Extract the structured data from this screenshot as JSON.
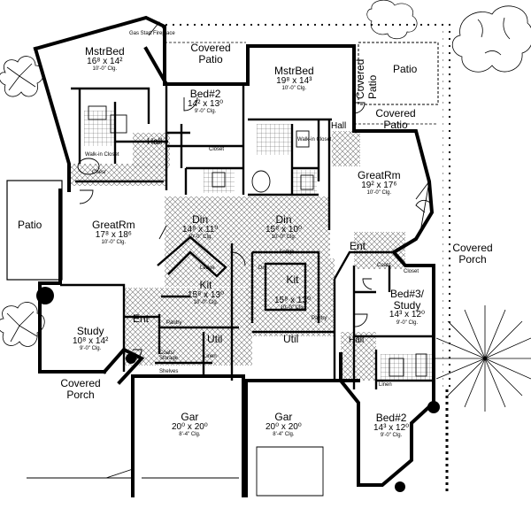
{
  "unit_a": {
    "master_bed": {
      "name": "MstrBed",
      "dims": "16⁸ x 14²",
      "ceiling": "10'-0\" Clg.",
      "note": "Gas Start Fireplace"
    },
    "covered_patio": "Covered Patio",
    "bed2": {
      "name": "Bed#2",
      "dims": "14² x 13⁰",
      "ceiling": "9'-0\" Clg."
    },
    "hall": "Hall",
    "closet": "Walk-in Closet",
    "patio": "Patio",
    "great_room": {
      "name": "GreatRm",
      "dims": "17⁸ x 18⁶",
      "ceiling": "10'-0\" Clg."
    },
    "dining": {
      "name": "Din",
      "dims": "14⁸ x 11⁰",
      "ceiling": "10'-0\" Clg."
    },
    "kitchen": {
      "name": "Kit",
      "dims": "15⁸ x 13⁰",
      "ceiling": "10'-0\" Clg."
    },
    "study": {
      "name": "Study",
      "dims": "10⁸ x 14²",
      "ceiling": "9'-0\" Clg."
    },
    "entry": "Ent",
    "utility": "Util",
    "covered_porch": "Covered Porch",
    "garage": {
      "name": "Gar",
      "dims": "20⁰ x 20⁰",
      "ceiling": "8'-4\" Clg."
    },
    "small_labels": [
      "Coats/ Storage",
      "Shelves",
      "Pantry",
      "Ledge",
      "Closet",
      "Linen",
      "Chesr"
    ]
  },
  "unit_b": {
    "master_bed": {
      "name": "MstrBed",
      "dims": "19⁸ x 14³",
      "ceiling": "10'-0\" Clg."
    },
    "covered_patio_side": "Covered Patio",
    "patio": "Patio",
    "covered_patio": "Covered Patio",
    "hall": "Hall",
    "closet": "Walk-in Closet",
    "great_room": {
      "name": "GreatRm",
      "dims": "19² x 17⁶",
      "ceiling": "10'-0\" Clg."
    },
    "dining": {
      "name": "Din",
      "dims": "15⁸ x 10⁰",
      "ceiling": "10'-0\" Clg."
    },
    "kitchen": {
      "name": "Kit",
      "dims": "15⁸ x 13⁰",
      "ceiling": "10'-0\" Clg."
    },
    "entry": "Ent",
    "covered_porch": "Covered Porch",
    "bed3": {
      "name": "Bed#3/ Study",
      "dims": "14³ x 12⁰",
      "ceiling": "9'-0\" Clg."
    },
    "utility": "Util",
    "garage": {
      "name": "Gar",
      "dims": "20⁰ x 20⁰",
      "ceiling": "8'-4\" Clg."
    },
    "bed2": {
      "name": "Bed#2",
      "dims": "14³ x 12⁰",
      "ceiling": "9'-0\" Clg."
    },
    "small_labels": [
      "Coats",
      "Closet",
      "Linen",
      "Pantry",
      "Ledge",
      "Dn."
    ]
  }
}
